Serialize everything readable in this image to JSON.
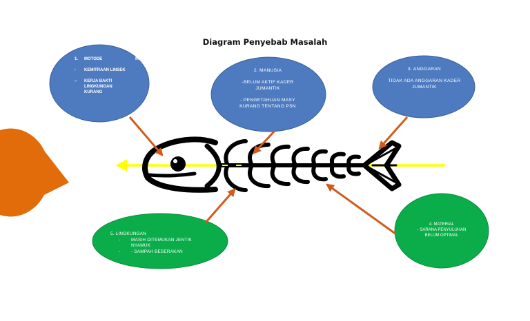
{
  "title": "Diagram Penyebab Masalah",
  "colors": {
    "blue_bubble": "#4e7bc0",
    "green_bubble": "#0aad49",
    "head_shape": "#e36c0a",
    "arrow": "#d25b1c",
    "spine": "#ffff00",
    "fish": "#000000"
  },
  "causes": {
    "metode": {
      "lines": [
        {
          "marker": "1.",
          "text": "MOTODE"
        },
        {
          "marker": "-",
          "text": "KEMITRAAN LINSEK"
        },
        {
          "marker": "–",
          "text": "KERJA BAKTI LINGKUNGAN KURANG"
        }
      ],
      "side_text": "MO"
    },
    "manusia": {
      "heading": "2. MANUSIA",
      "lines": [
        "-BELUM AKTIF KADER JUMANTIK",
        "- PENGETAHUAN MASY KURANG TENTANG PSN"
      ]
    },
    "anggaran": {
      "heading": "3. ANGGARAN",
      "lines": [
        "TIDAK ADA ANGGARAN KADER JUMANTIK"
      ]
    },
    "material": {
      "heading": "4. MATERIAL",
      "lines": [
        "- SARANA PENYULUHAN BELUM OPTIMAL"
      ]
    },
    "lingkungan": {
      "heading": "5. LINGKUNGAN",
      "lines": [
        {
          "marker": "-",
          "text": "MASIH DITEMUKAN JENTIK NYAMUK"
        },
        {
          "marker": "-",
          "text": "- SAMPAH BESERAKAN"
        }
      ]
    }
  }
}
